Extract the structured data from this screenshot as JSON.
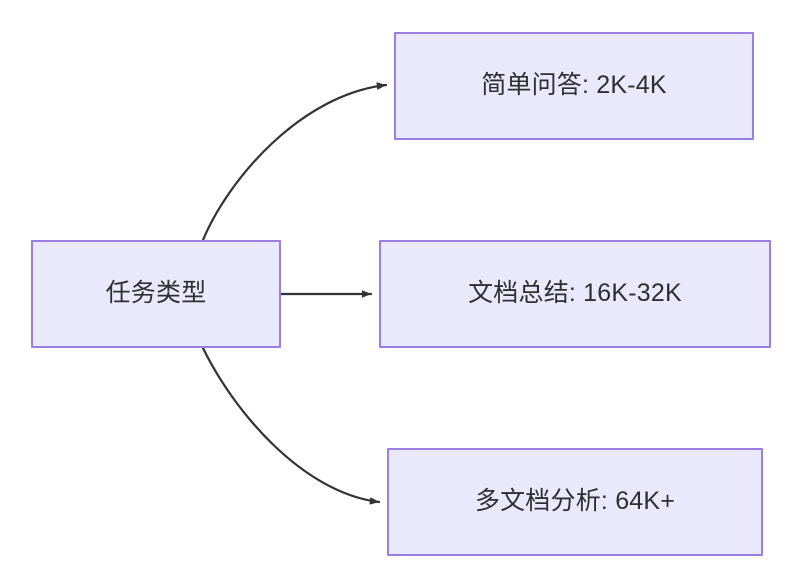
{
  "diagram": {
    "type": "flowchart",
    "direction": "left-to-right",
    "background_color": "#ffffff",
    "node_fill_color": "#EAE8FB",
    "node_border_color": "#9A7FE0",
    "edge_color": "#333333",
    "text_color": "#2f2f2f",
    "root": {
      "id": "root",
      "label": "任务类型"
    },
    "children": [
      {
        "id": "child-0",
        "label": "简单问答: 2K-4K",
        "edge_style": "curved"
      },
      {
        "id": "child-1",
        "label": "文档总结: 16K-32K",
        "edge_style": "straight"
      },
      {
        "id": "child-2",
        "label": "多文档分析: 64K+",
        "edge_style": "curved"
      }
    ]
  }
}
